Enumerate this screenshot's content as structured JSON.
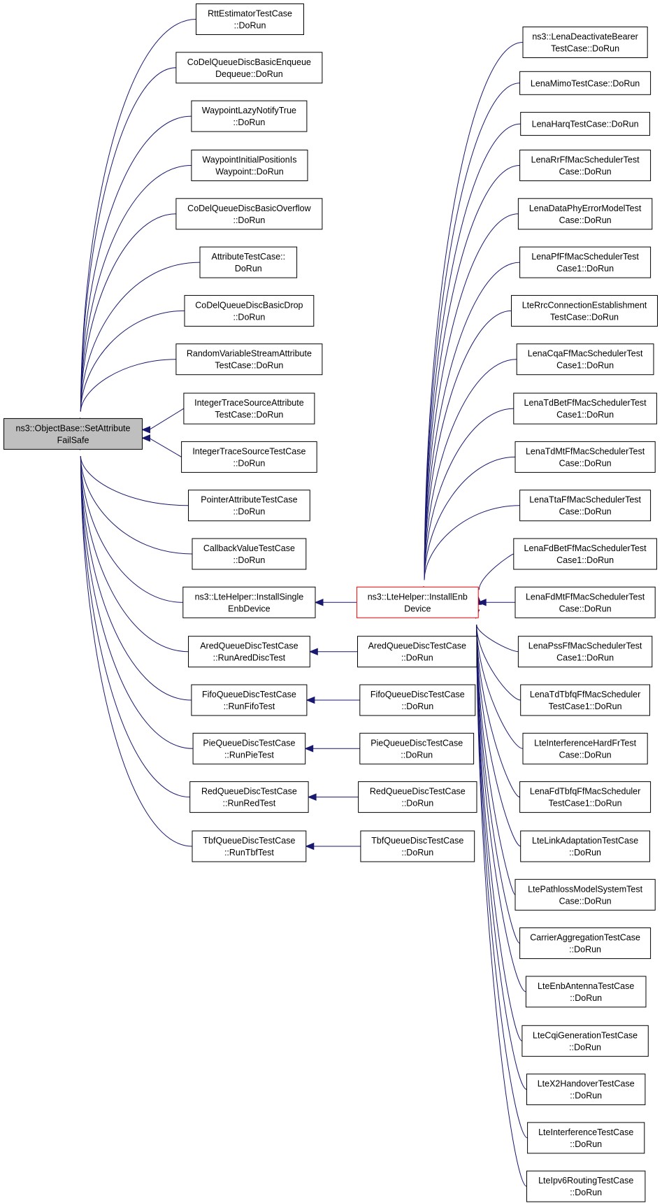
{
  "diagram": {
    "colors": {
      "edge": "#191970",
      "root_fill": "#bfbfbf",
      "focus_border": "#ff0000",
      "node_border": "#000000"
    },
    "nodes": [
      {
        "id": "root",
        "lines": [
          "ns3::ObjectBase::SetAttribute",
          "FailSafe"
        ],
        "style": "root"
      },
      {
        "id": "rtt",
        "lines": [
          "RttEstimatorTestCase",
          "::DoRun"
        ]
      },
      {
        "id": "codel_enq",
        "lines": [
          "CoDelQueueDiscBasicEnqueue",
          "Dequeue::DoRun"
        ]
      },
      {
        "id": "wp_lazy",
        "lines": [
          "WaypointLazyNotifyTrue",
          "::DoRun"
        ]
      },
      {
        "id": "wp_init",
        "lines": [
          "WaypointInitialPositionIs",
          "Waypoint::DoRun"
        ]
      },
      {
        "id": "codel_over",
        "lines": [
          "CoDelQueueDiscBasicOverflow",
          "::DoRun"
        ]
      },
      {
        "id": "attr",
        "lines": [
          "AttributeTestCase::",
          "DoRun"
        ]
      },
      {
        "id": "codel_drop",
        "lines": [
          "CoDelQueueDiscBasicDrop",
          "::DoRun"
        ]
      },
      {
        "id": "rvs",
        "lines": [
          "RandomVariableStreamAttribute",
          "TestCase::DoRun"
        ]
      },
      {
        "id": "its_attr",
        "lines": [
          "IntegerTraceSourceAttribute",
          "TestCase::DoRun"
        ]
      },
      {
        "id": "its",
        "lines": [
          "IntegerTraceSourceTestCase",
          "::DoRun"
        ]
      },
      {
        "id": "ptr",
        "lines": [
          "PointerAttributeTestCase",
          "::DoRun"
        ]
      },
      {
        "id": "cb",
        "lines": [
          "CallbackValueTestCase",
          "::DoRun"
        ]
      },
      {
        "id": "single",
        "lines": [
          "ns3::LteHelper::InstallSingle",
          "EnbDevice"
        ]
      },
      {
        "id": "ared",
        "lines": [
          "AredQueueDiscTestCase",
          "::RunAredDiscTest"
        ]
      },
      {
        "id": "fifo",
        "lines": [
          "FifoQueueDiscTestCase",
          "::RunFifoTest"
        ]
      },
      {
        "id": "pie",
        "lines": [
          "PieQueueDiscTestCase",
          "::RunPieTest"
        ]
      },
      {
        "id": "red",
        "lines": [
          "RedQueueDiscTestCase",
          "::RunRedTest"
        ]
      },
      {
        "id": "tbf",
        "lines": [
          "TbfQueueDiscTestCase",
          "::RunTbfTest"
        ]
      },
      {
        "id": "enb",
        "lines": [
          "ns3::LteHelper::InstallEnb",
          "Device"
        ],
        "style": "focus"
      },
      {
        "id": "ared_run",
        "lines": [
          "AredQueueDiscTestCase",
          "::DoRun"
        ]
      },
      {
        "id": "fifo_run",
        "lines": [
          "FifoQueueDiscTestCase",
          "::DoRun"
        ]
      },
      {
        "id": "pie_run",
        "lines": [
          "PieQueueDiscTestCase",
          "::DoRun"
        ]
      },
      {
        "id": "red_run",
        "lines": [
          "RedQueueDiscTestCase",
          "::DoRun"
        ]
      },
      {
        "id": "tbf_run",
        "lines": [
          "TbfQueueDiscTestCase",
          "::DoRun"
        ]
      },
      {
        "id": "r1",
        "lines": [
          "ns3::LenaDeactivateBearer",
          "TestCase::DoRun"
        ]
      },
      {
        "id": "r2",
        "lines": [
          "LenaMimoTestCase::DoRun"
        ]
      },
      {
        "id": "r3",
        "lines": [
          "LenaHarqTestCase::DoRun"
        ]
      },
      {
        "id": "r4",
        "lines": [
          "LenaRrFfMacSchedulerTest",
          "Case::DoRun"
        ]
      },
      {
        "id": "r5",
        "lines": [
          "LenaDataPhyErrorModelTest",
          "Case::DoRun"
        ]
      },
      {
        "id": "r6",
        "lines": [
          "LenaPfFfMacSchedulerTest",
          "Case1::DoRun"
        ]
      },
      {
        "id": "r7",
        "lines": [
          "LteRrcConnectionEstablishment",
          "TestCase::DoRun"
        ]
      },
      {
        "id": "r8",
        "lines": [
          "LenaCqaFfMacSchedulerTest",
          "Case1::DoRun"
        ]
      },
      {
        "id": "r9",
        "lines": [
          "LenaTdBetFfMacSchedulerTest",
          "Case1::DoRun"
        ]
      },
      {
        "id": "r10",
        "lines": [
          "LenaTdMtFfMacSchedulerTest",
          "Case::DoRun"
        ]
      },
      {
        "id": "r11",
        "lines": [
          "LenaTtaFfMacSchedulerTest",
          "Case::DoRun"
        ]
      },
      {
        "id": "r12",
        "lines": [
          "LenaFdBetFfMacSchedulerTest",
          "Case1::DoRun"
        ]
      },
      {
        "id": "r13",
        "lines": [
          "LenaFdMtFfMacSchedulerTest",
          "Case::DoRun"
        ]
      },
      {
        "id": "r14",
        "lines": [
          "LenaPssFfMacSchedulerTest",
          "Case1::DoRun"
        ]
      },
      {
        "id": "r15",
        "lines": [
          "LenaTdTbfqFfMacScheduler",
          "TestCase1::DoRun"
        ]
      },
      {
        "id": "r16",
        "lines": [
          "LteInterferenceHardFrTest",
          "Case::DoRun"
        ]
      },
      {
        "id": "r17",
        "lines": [
          "LenaFdTbfqFfMacScheduler",
          "TestCase1::DoRun"
        ]
      },
      {
        "id": "r18",
        "lines": [
          "LteLinkAdaptationTestCase",
          "::DoRun"
        ]
      },
      {
        "id": "r19",
        "lines": [
          "LtePathlossModelSystemTest",
          "Case::DoRun"
        ]
      },
      {
        "id": "r20",
        "lines": [
          "CarrierAggregationTestCase",
          "::DoRun"
        ]
      },
      {
        "id": "r21",
        "lines": [
          "LteEnbAntennaTestCase",
          "::DoRun"
        ]
      },
      {
        "id": "r22",
        "lines": [
          "LteCqiGenerationTestCase",
          "::DoRun"
        ]
      },
      {
        "id": "r23",
        "lines": [
          "LteX2HandoverTestCase",
          "::DoRun"
        ]
      },
      {
        "id": "r24",
        "lines": [
          "LteInterferenceTestCase",
          "::DoRun"
        ]
      },
      {
        "id": "r25",
        "lines": [
          "LteIpv6RoutingTestCase",
          "::DoRun"
        ]
      }
    ],
    "edges": [
      [
        "rtt",
        "root"
      ],
      [
        "codel_enq",
        "root"
      ],
      [
        "wp_lazy",
        "root"
      ],
      [
        "wp_init",
        "root"
      ],
      [
        "codel_over",
        "root"
      ],
      [
        "attr",
        "root"
      ],
      [
        "codel_drop",
        "root"
      ],
      [
        "rvs",
        "root"
      ],
      [
        "its_attr",
        "root"
      ],
      [
        "its",
        "root"
      ],
      [
        "ptr",
        "root"
      ],
      [
        "cb",
        "root"
      ],
      [
        "single",
        "root"
      ],
      [
        "ared",
        "root"
      ],
      [
        "fifo",
        "root"
      ],
      [
        "pie",
        "root"
      ],
      [
        "red",
        "root"
      ],
      [
        "tbf",
        "root"
      ],
      [
        "enb",
        "single"
      ],
      [
        "ared_run",
        "ared"
      ],
      [
        "fifo_run",
        "fifo"
      ],
      [
        "pie_run",
        "pie"
      ],
      [
        "red_run",
        "red"
      ],
      [
        "tbf_run",
        "tbf"
      ],
      [
        "r1",
        "enb"
      ],
      [
        "r2",
        "enb"
      ],
      [
        "r3",
        "enb"
      ],
      [
        "r4",
        "enb"
      ],
      [
        "r5",
        "enb"
      ],
      [
        "r6",
        "enb"
      ],
      [
        "r7",
        "enb"
      ],
      [
        "r8",
        "enb"
      ],
      [
        "r9",
        "enb"
      ],
      [
        "r10",
        "enb"
      ],
      [
        "r11",
        "enb"
      ],
      [
        "r12",
        "enb"
      ],
      [
        "r13",
        "enb"
      ],
      [
        "r14",
        "enb"
      ],
      [
        "r15",
        "enb"
      ],
      [
        "r16",
        "enb"
      ],
      [
        "r17",
        "enb"
      ],
      [
        "r18",
        "enb"
      ],
      [
        "r19",
        "enb"
      ],
      [
        "r20",
        "enb"
      ],
      [
        "r21",
        "enb"
      ],
      [
        "r22",
        "enb"
      ],
      [
        "r23",
        "enb"
      ],
      [
        "r24",
        "enb"
      ],
      [
        "r25",
        "enb"
      ]
    ]
  }
}
